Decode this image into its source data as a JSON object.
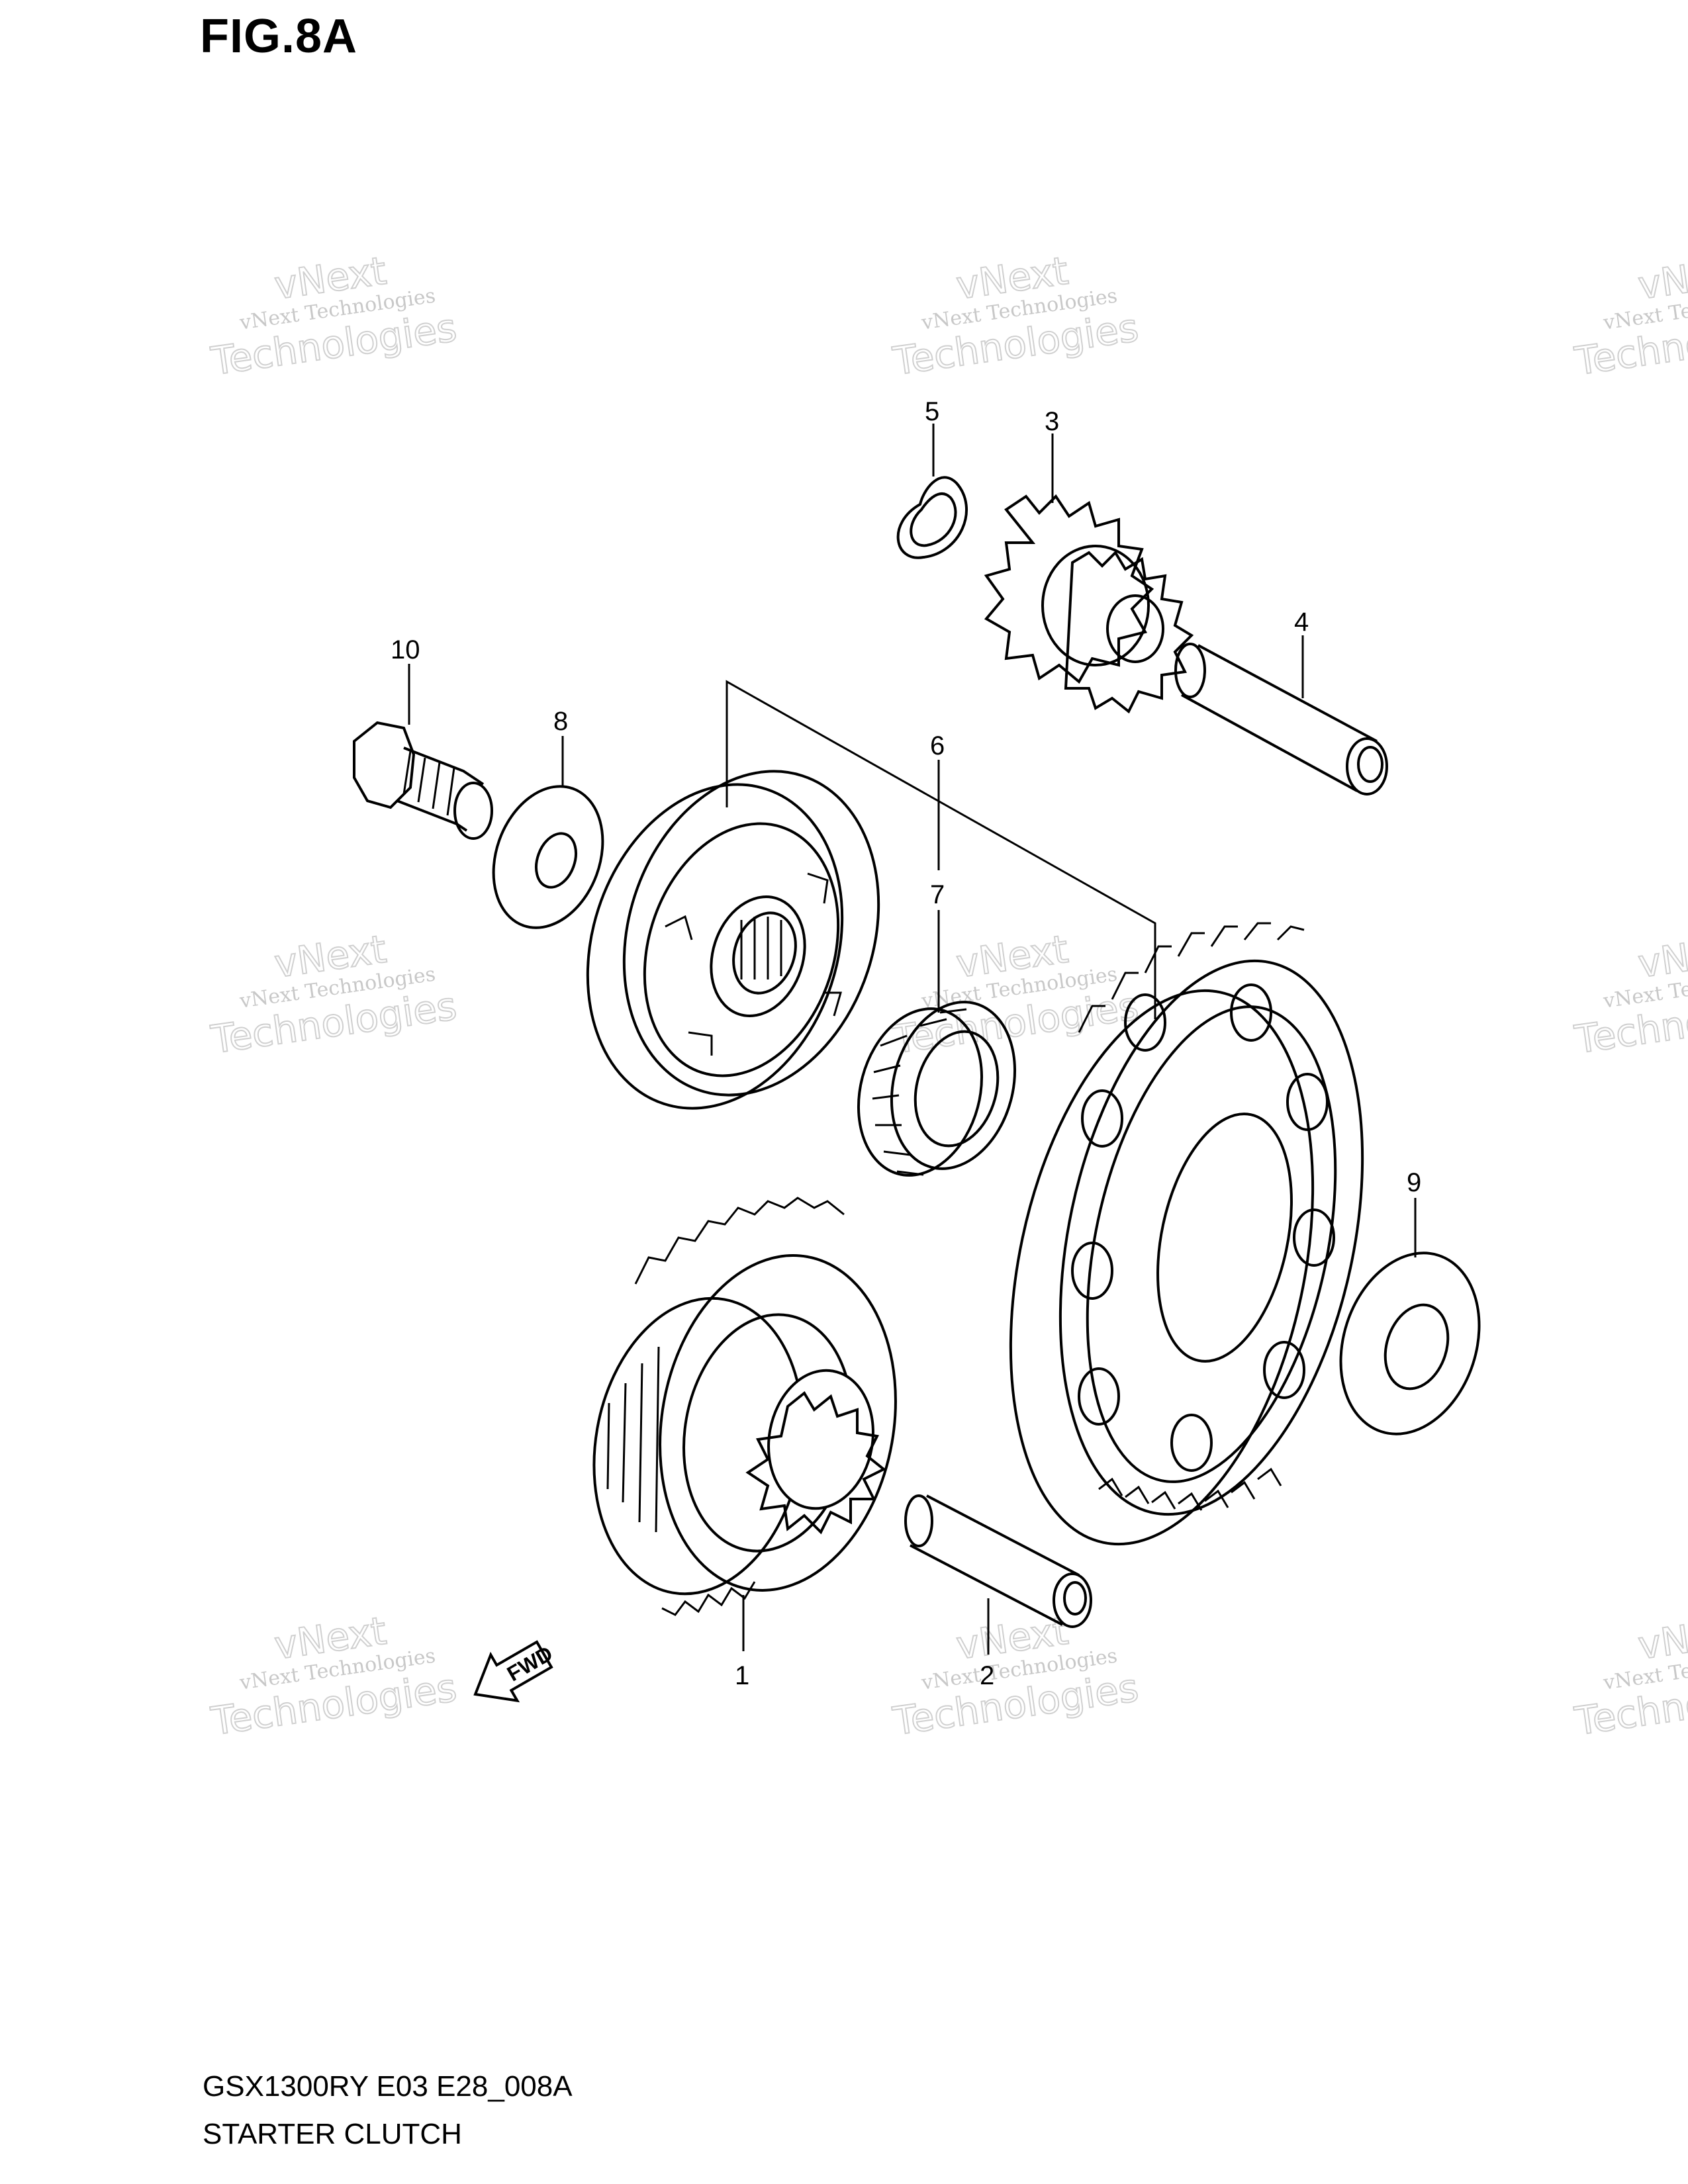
{
  "figure": {
    "title": "FIG.8A"
  },
  "caption": {
    "model": "GSX1300RY E03 E28_008A",
    "name": "STARTER CLUTCH"
  },
  "parts": {
    "p1": "1",
    "p2": "2",
    "p3": "3",
    "p4": "4",
    "p5": "5",
    "p6": "6",
    "p7": "7",
    "p8": "8",
    "p9": "9",
    "p10": "10"
  },
  "direction_arrow": {
    "label": "FWD"
  },
  "watermark": {
    "line1": "vNext",
    "line2": "vNext Technologies",
    "line3": "Technologies"
  }
}
